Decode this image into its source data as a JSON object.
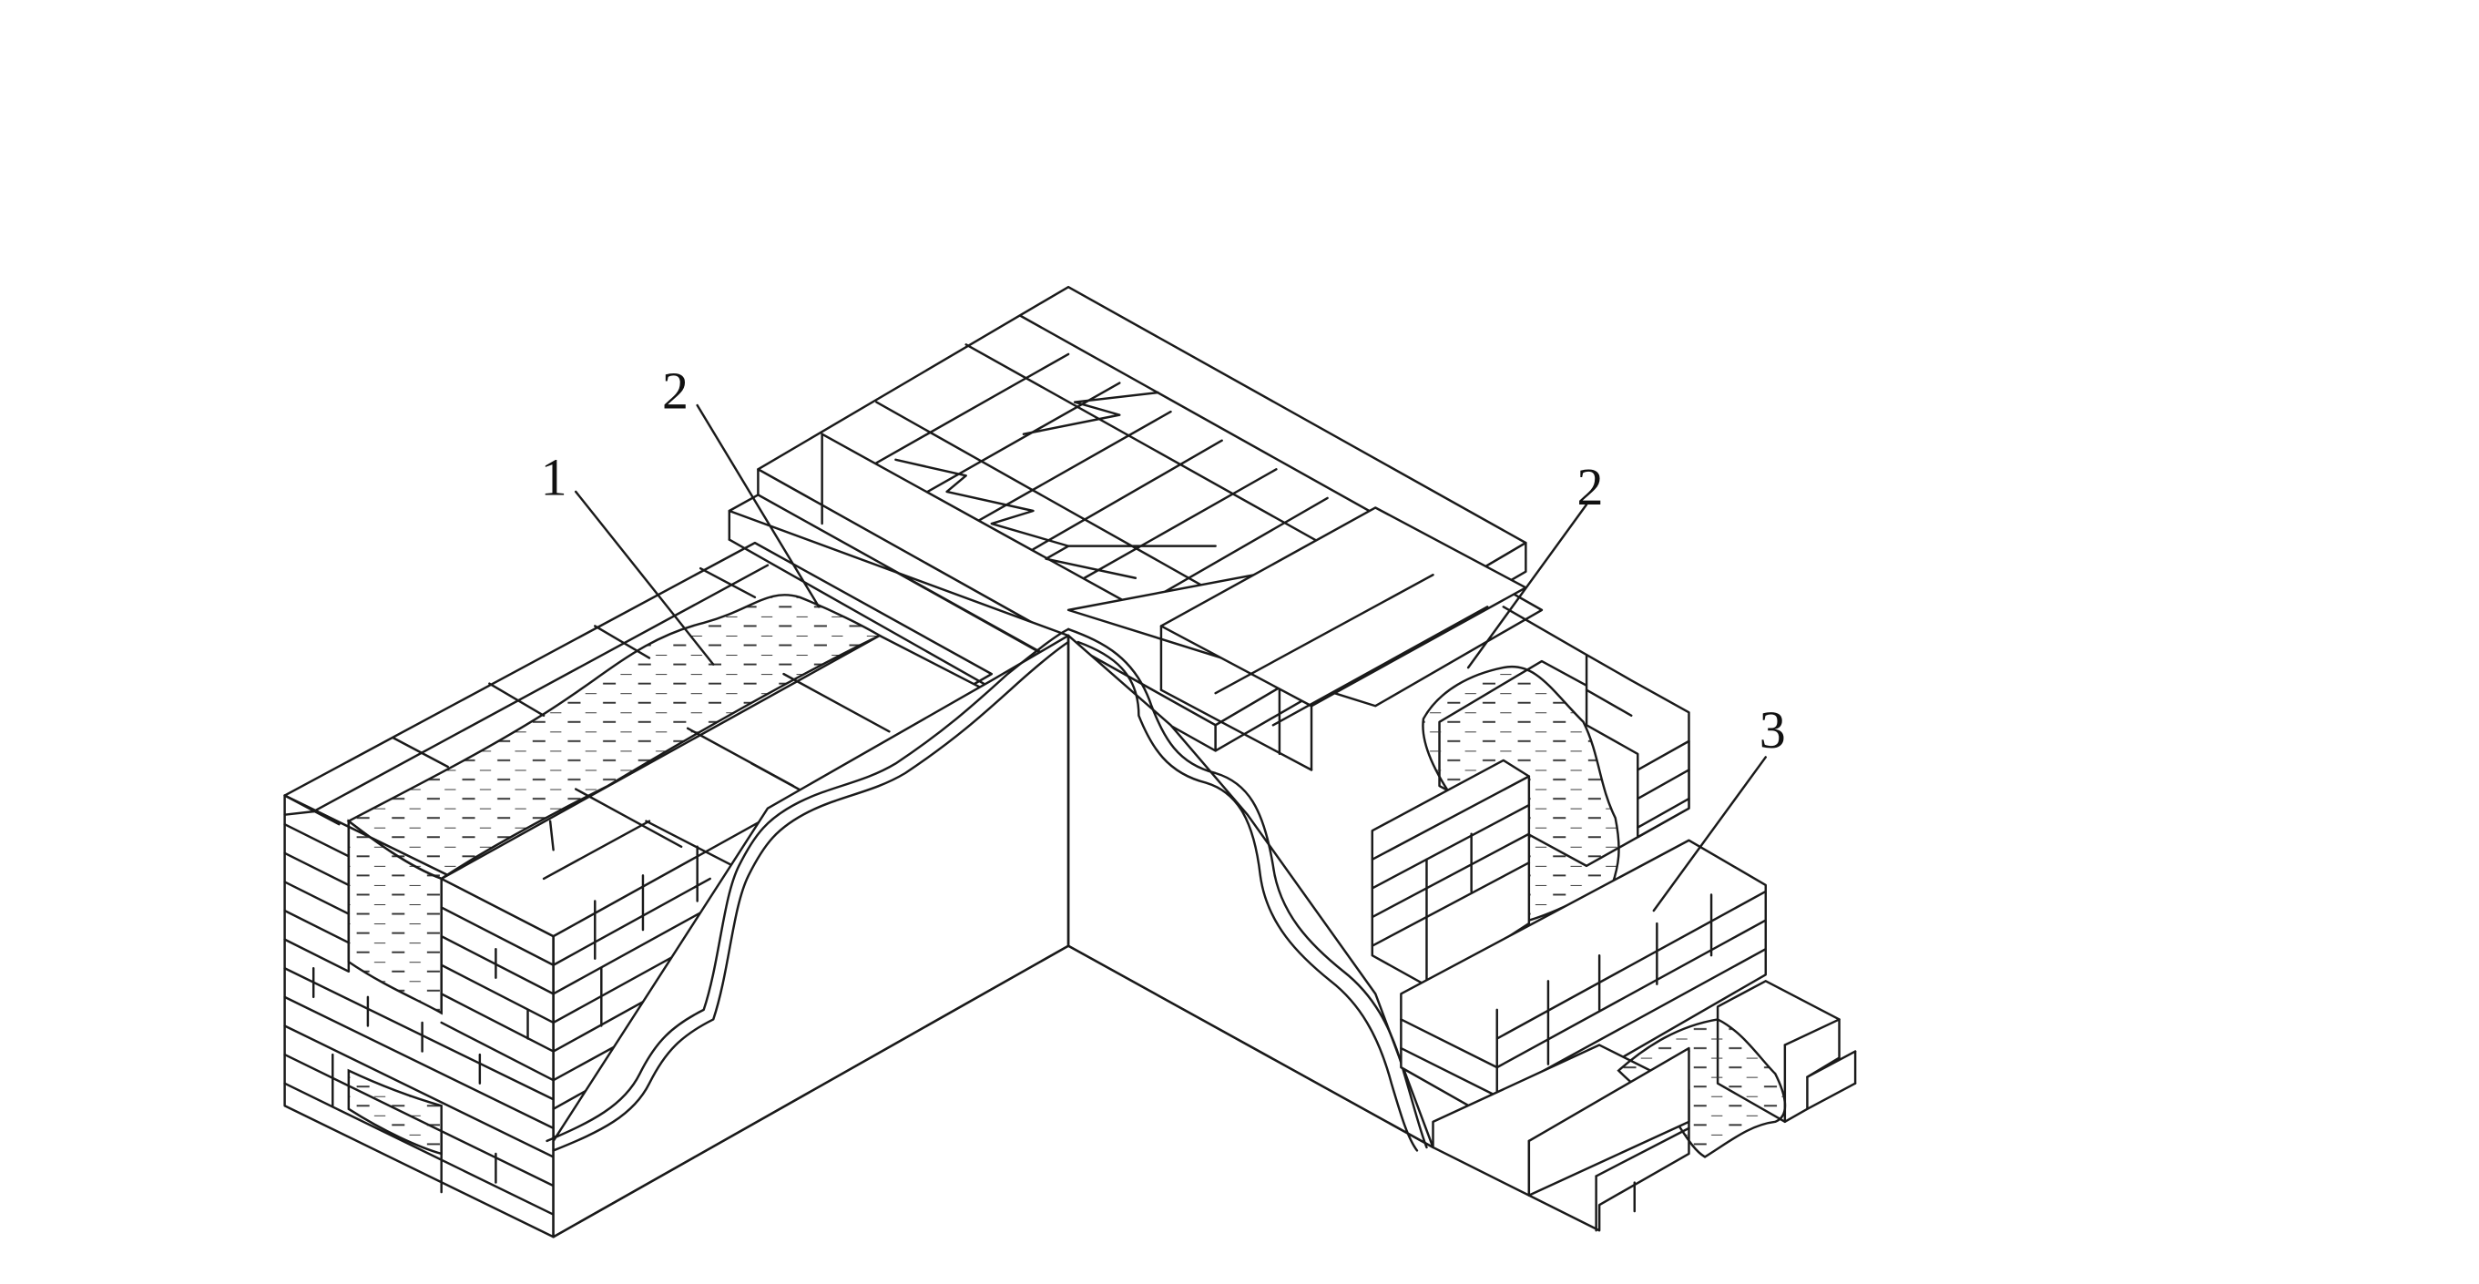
{
  "callouts": [
    {
      "id": "c1",
      "label": "1"
    },
    {
      "id": "c2a",
      "label": "2"
    },
    {
      "id": "c2b",
      "label": "2"
    },
    {
      "id": "c3",
      "label": "3"
    }
  ],
  "colors": {
    "line": "#1a1a1a",
    "background": "#ffffff",
    "hatch": "#333333"
  }
}
